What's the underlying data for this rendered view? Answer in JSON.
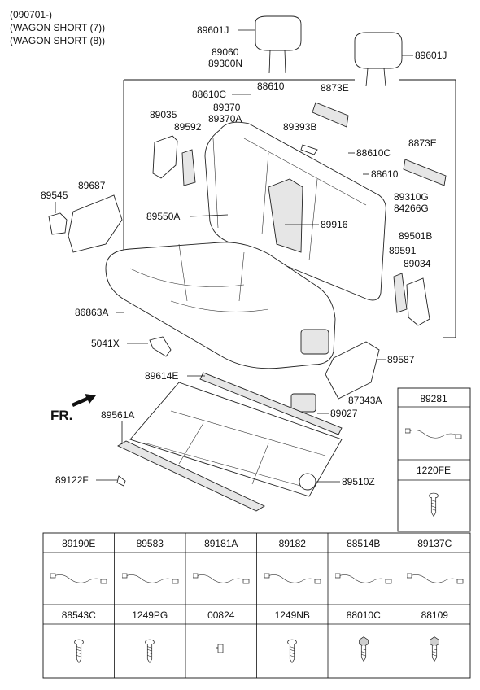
{
  "header": {
    "line1": "(090701-)",
    "line2": "(WAGON SHORT (7))",
    "line3": "(WAGON SHORT (8))"
  },
  "fr_label": "FR.",
  "callouts": {
    "c89601J_a": "89601J",
    "c89601J_b": "89601J",
    "c89060": "89060",
    "c89300N": "89300N",
    "c88610C_a": "88610C",
    "c88610_a": "88610",
    "c89370": "89370",
    "c89370A": "89370A",
    "c8873E_a": "8873E",
    "c89035": "89035",
    "c89592": "89592",
    "c89393B": "89393B",
    "c88610C_b": "88610C",
    "c8873E_b": "8873E",
    "c88610_b": "88610",
    "c89545": "89545",
    "c89687": "89687",
    "c89310G": "89310G",
    "c84266G": "84266G",
    "c89550A": "89550A",
    "c89916": "89916",
    "c89501B": "89501B",
    "c89591": "89591",
    "c89034": "89034",
    "c86863A": "86863A",
    "c5041X": "5041X",
    "c89587": "89587",
    "c89614E": "89614E",
    "c87343A": "87343A",
    "c89027": "89027",
    "c89561A": "89561A",
    "c89122F": "89122F",
    "c89510Z": "89510Z"
  },
  "side_table": [
    {
      "code": "89281",
      "icon": "wire-harness-icon"
    },
    {
      "code": "1220FE",
      "icon": "screw-icon"
    }
  ],
  "bottom_table": {
    "row1": [
      {
        "code": "89190E",
        "icon": "wire-harness-icon"
      },
      {
        "code": "89583",
        "icon": "wire-harness-icon"
      },
      {
        "code": "89181A",
        "icon": "wire-harness-icon"
      },
      {
        "code": "89182",
        "icon": "wire-harness-icon"
      },
      {
        "code": "88514B",
        "icon": "wire-harness-icon"
      },
      {
        "code": "89137C",
        "icon": "wire-harness-icon"
      }
    ],
    "row2": [
      {
        "code": "88543C",
        "icon": "screw-icon"
      },
      {
        "code": "1249PG",
        "icon": "screw-icon"
      },
      {
        "code": "00824",
        "icon": "pin-icon"
      },
      {
        "code": "1249NB",
        "icon": "screw-icon"
      },
      {
        "code": "88010C",
        "icon": "flange-bolt-icon"
      },
      {
        "code": "88109",
        "icon": "flange-bolt-icon"
      }
    ]
  }
}
